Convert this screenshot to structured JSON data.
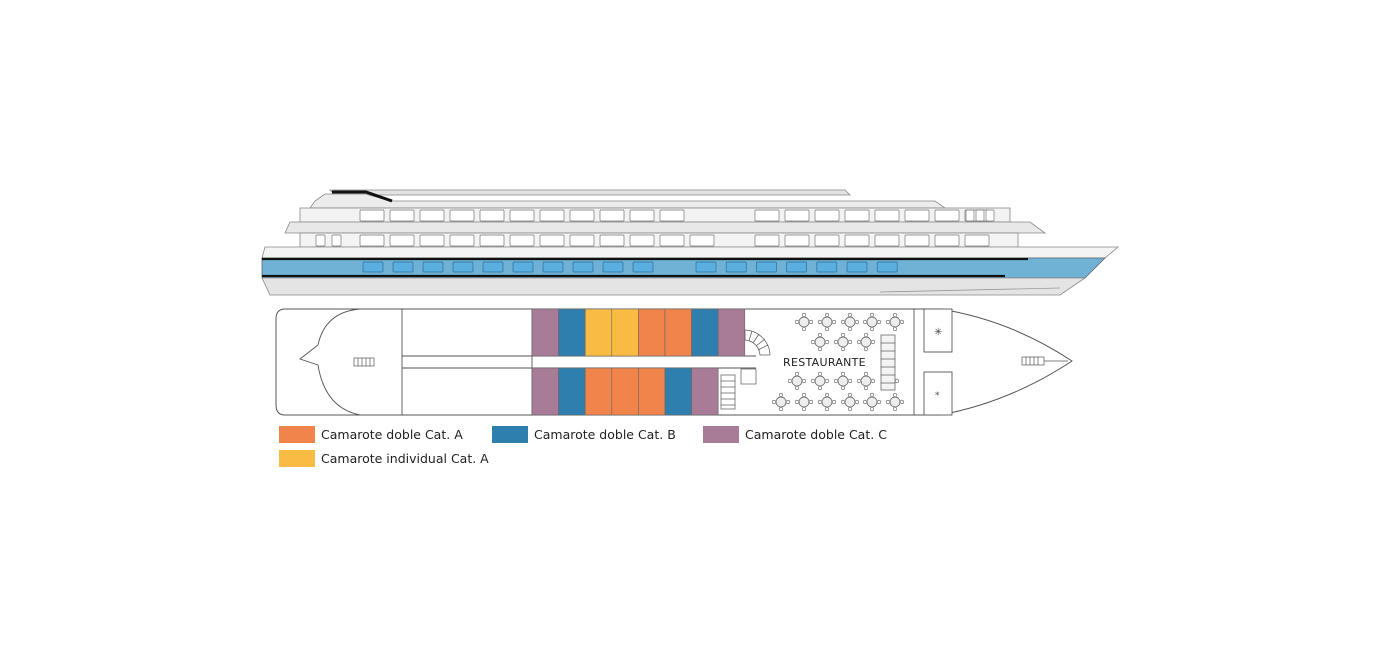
{
  "colors": {
    "cat_a_double": "#f0844a",
    "cat_b_double": "#2f7fae",
    "cat_c_double": "#a87b96",
    "cat_a_single": "#f9bb44",
    "hull_blue": "#6fb2d6",
    "window_blue": "#5aaee0",
    "outline": "#555555"
  },
  "deck": {
    "restaurant_label": "RESTAURANTE",
    "top_row": [
      "cat_c_double",
      "cat_b_double",
      "cat_a_single",
      "cat_a_single",
      "cat_a_double",
      "cat_a_double",
      "cat_b_double",
      "cat_c_double"
    ],
    "bottom_row": [
      "cat_c_double",
      "cat_b_double",
      "cat_a_double",
      "cat_a_double",
      "cat_a_double",
      "cat_b_double",
      "cat_c_double"
    ]
  },
  "legend": [
    {
      "label": "Camarote doble Cat. A",
      "color_key": "cat_a_double"
    },
    {
      "label": "Camarote doble Cat. B",
      "color_key": "cat_b_double"
    },
    {
      "label": "Camarote doble Cat. C",
      "color_key": "cat_c_double"
    },
    {
      "label": "Camarote individual Cat. A",
      "color_key": "cat_a_single"
    }
  ]
}
